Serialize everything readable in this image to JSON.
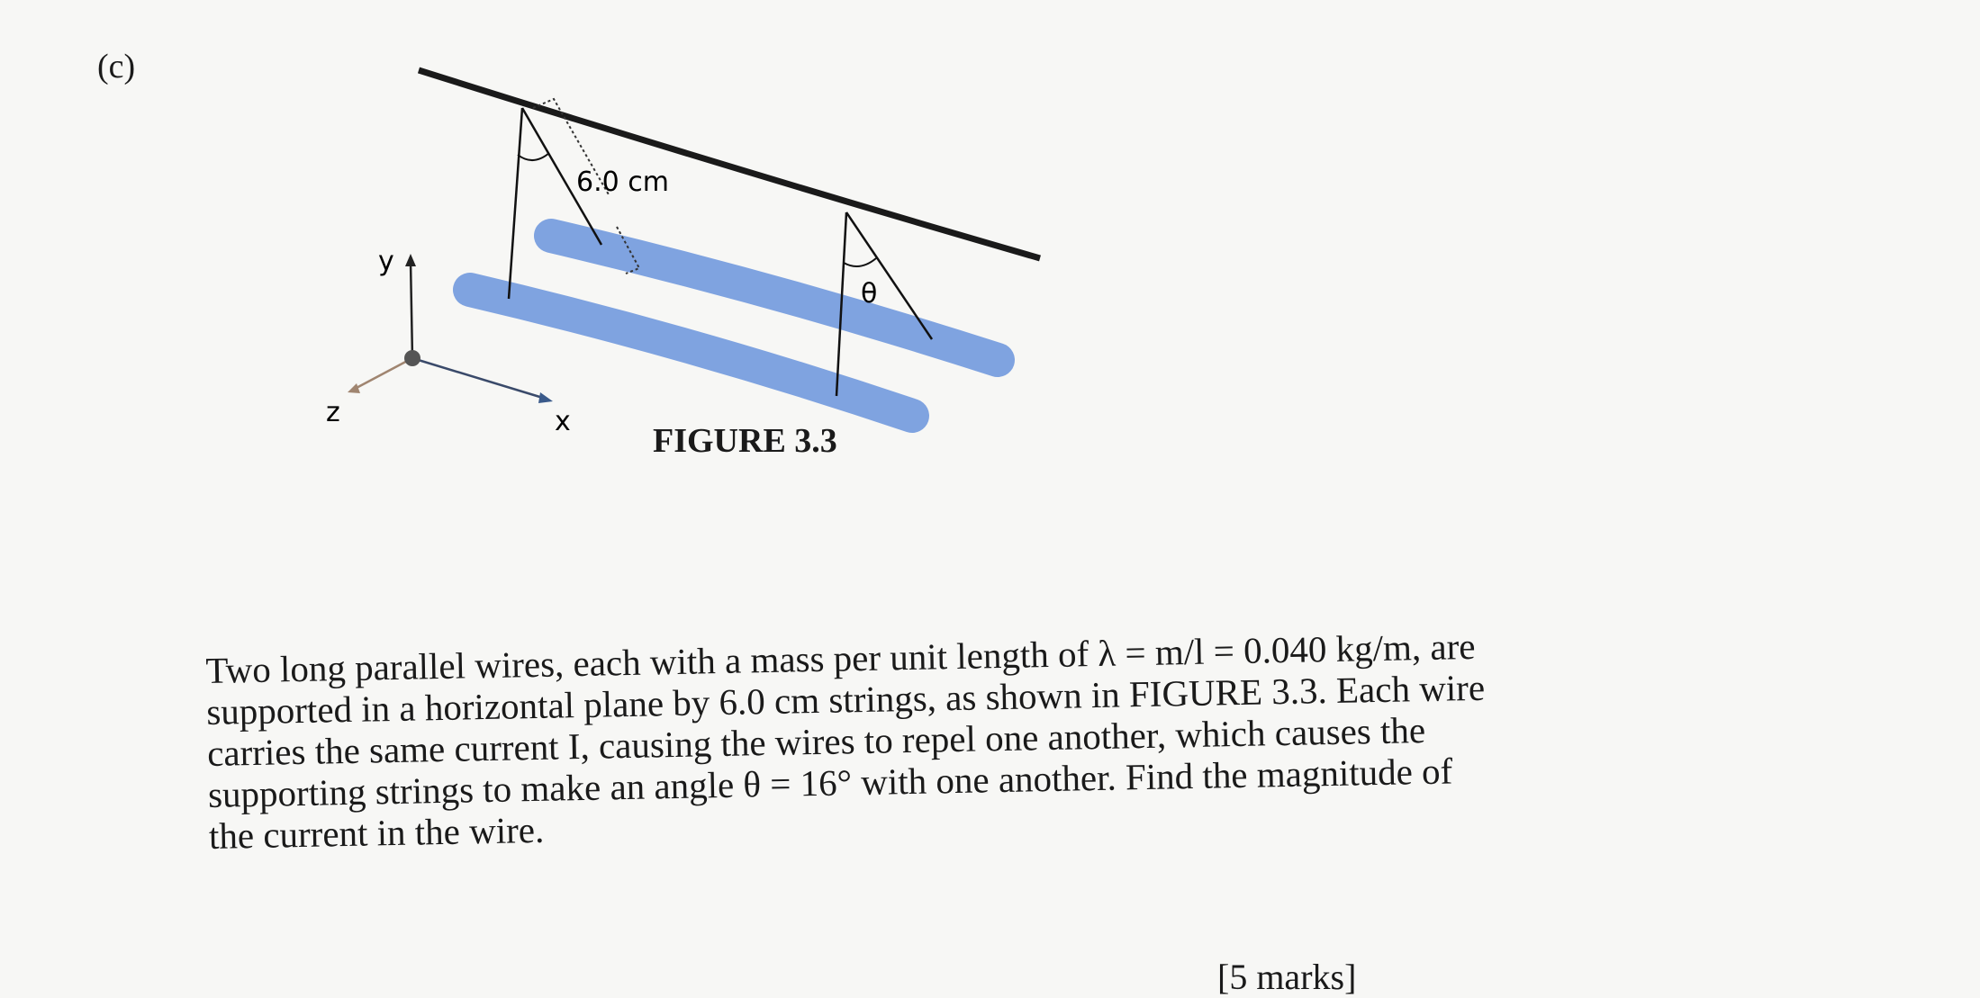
{
  "part_label": "(c)",
  "figure": {
    "caption": "FIGURE 3.3",
    "length_label": "6.0 cm",
    "angle_label": "θ",
    "axes": {
      "x": "x",
      "y": "y",
      "z": "z"
    },
    "colors": {
      "wire": "#7fa3e0",
      "rod": "#1a1a1a"
    }
  },
  "question": {
    "lines": [
      "Two long parallel wires, each with a mass per unit length of λ = m/l = 0.040 kg/m, are",
      "supported in a horizontal plane by 6.0 cm strings, as shown in FIGURE 3.3. Each wire",
      "carries the same current I, causing the wires to repel one another, which causes the",
      "supporting strings to make an angle θ = 16° with one another.  Find the magnitude of",
      "the current in the wire."
    ]
  },
  "marks": "[5 marks]"
}
